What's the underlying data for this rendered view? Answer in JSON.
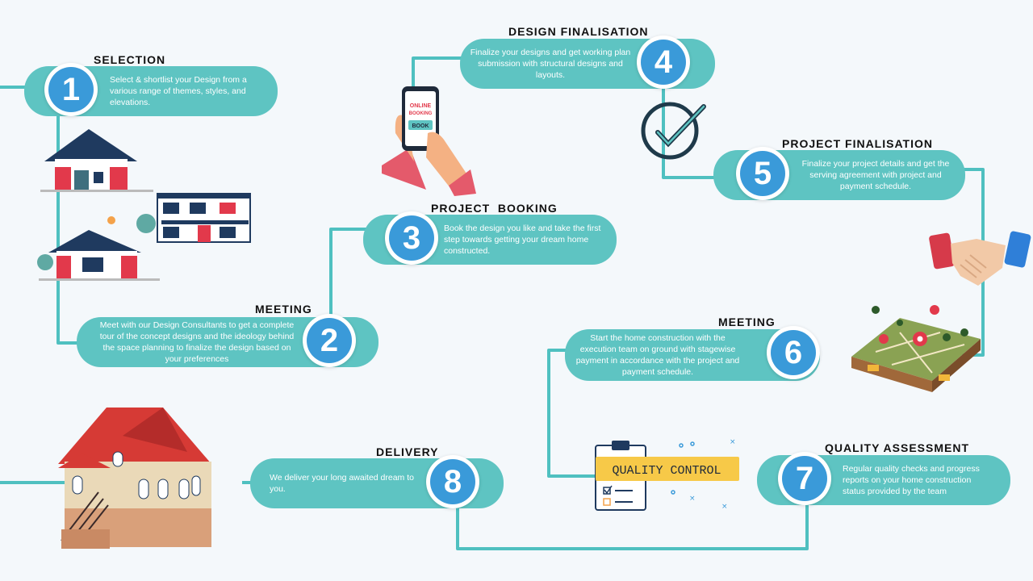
{
  "steps": [
    {
      "num": "1",
      "title": "SELECTION",
      "text": "Select & shortlist your Design from a various range of themes, styles, and elevations."
    },
    {
      "num": "2",
      "title": "MEETING",
      "text": "Meet with our Design Consultants to get a complete tour of the concept designs and the ideology behind the space planning to finalize the design based on your preferences"
    },
    {
      "num": "3",
      "title": "PROJECT  BOOKING",
      "text": "Book the design you like and take the first step towards getting your dream home constructed."
    },
    {
      "num": "4",
      "title": "DESIGN FINALISATION",
      "text": "Finalize your designs and get working plan submission with structural designs and layouts."
    },
    {
      "num": "5",
      "title": "PROJECT FINALISATION",
      "text": "Finalize your project details and get the serving agreement with project and payment schedule."
    },
    {
      "num": "6",
      "title": "MEETING",
      "text": "Start the home construction with the execution team on ground with stagewise payment in accordance with the project and payment schedule."
    },
    {
      "num": "7",
      "title": "QUALITY ASSESSMENT",
      "text": "Regular quality checks and progress reports on your home construction status provided by the team"
    },
    {
      "num": "8",
      "title": "DELIVERY",
      "text": "We deliver your long awaited dream to you."
    }
  ],
  "phone": {
    "line1": "ONLINE",
    "line2": "BOOKING",
    "button": "BOOK"
  },
  "quality_label": "QUALITY CONTROL",
  "colors": {
    "pill": "#5ec4c2",
    "number": "#3a9ad9",
    "line": "#4fc0c0"
  }
}
